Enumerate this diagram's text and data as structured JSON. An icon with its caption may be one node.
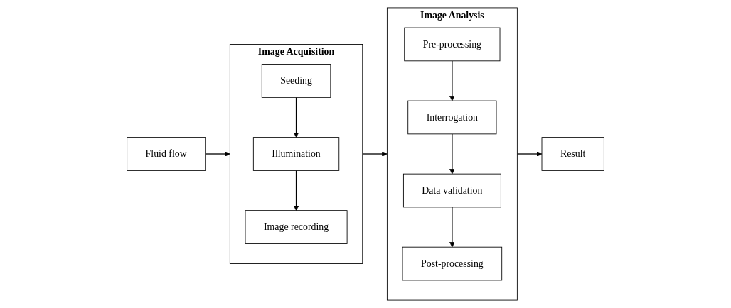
{
  "diagram": {
    "nodes": [
      {
        "text": [
          "Fluid flow"
        ]
      },
      {
        "text": [
          "Image Acquisition"
        ]
      },
      {
        "text": [
          "Seeding"
        ],
        "in": 1
      },
      {
        "text": [
          "Illumination"
        ],
        "in": 1
      },
      {
        "text": [
          "Image recording"
        ],
        "in": 1
      },
      {
        "text": [
          "Image Analysis"
        ]
      },
      {
        "text": [
          "Pre-processing"
        ],
        "in": 5
      },
      {
        "text": [
          "Interrogation"
        ],
        "in": 5
      },
      {
        "text": [
          "Data validation"
        ],
        "in": 5
      },
      {
        "text": [
          "Post-processing"
        ],
        "in": 5
      },
      {
        "text": [
          "Result"
        ]
      }
    ],
    "edges": [
      {
        "from": 0,
        "to": 1,
        "arrow": "to"
      },
      {
        "from": 2,
        "to": 3,
        "arrow": "to"
      },
      {
        "from": 3,
        "to": 4,
        "arrow": "to"
      },
      {
        "from": 1,
        "to": 5,
        "arrow": "to"
      },
      {
        "from": 6,
        "to": 7,
        "arrow": "to"
      },
      {
        "from": 7,
        "to": 8,
        "arrow": "to"
      },
      {
        "from": 8,
        "to": 9,
        "arrow": "to"
      },
      {
        "from": 5,
        "to": 10,
        "arrow": "to"
      }
    ]
  }
}
